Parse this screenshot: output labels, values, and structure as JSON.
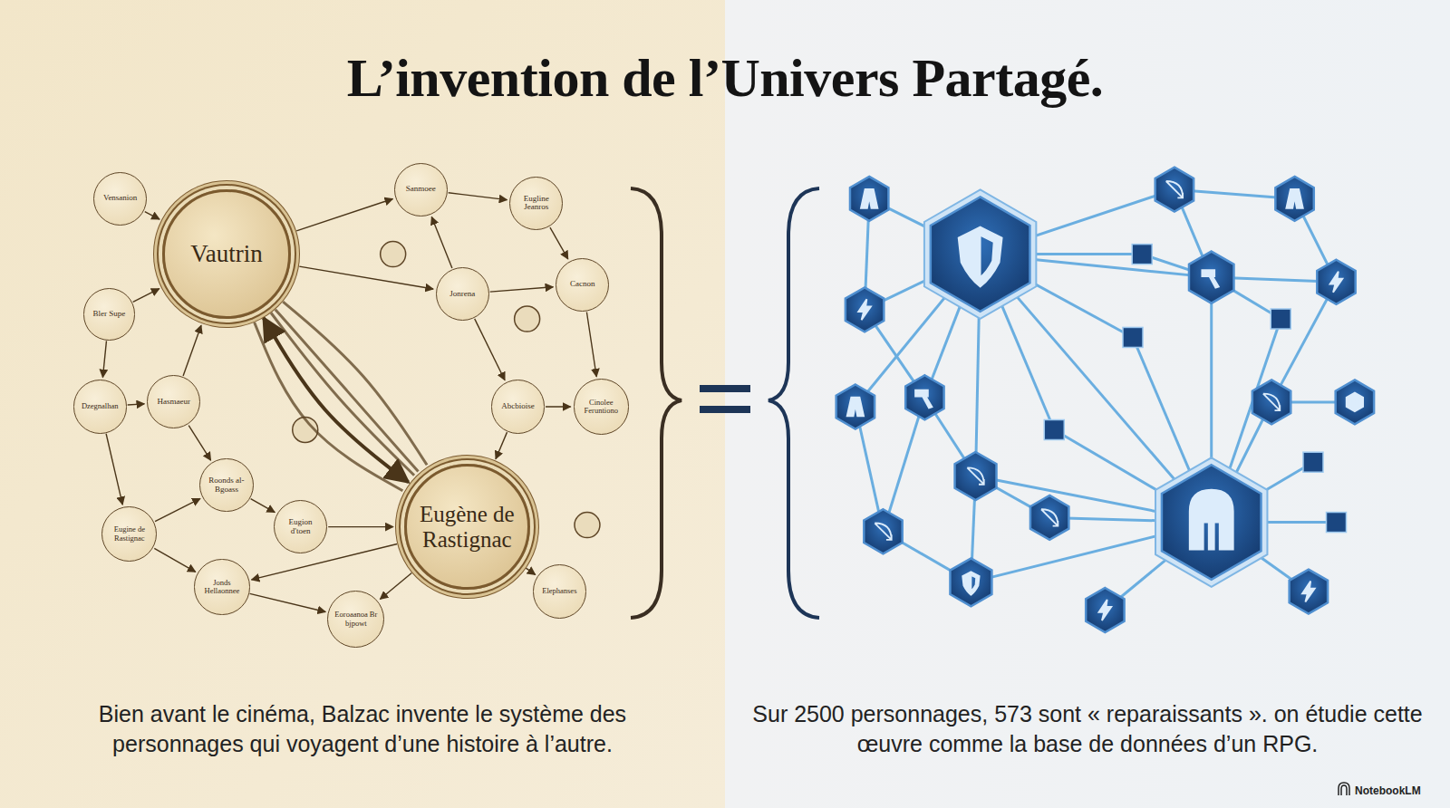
{
  "diagram": {
    "title": "L’invention de l’Univers Partagé.",
    "nodes": [
      {
        "text": [
          "Vensanion"
        ]
      },
      {
        "text": [
          "Vautrin"
        ]
      },
      {
        "text": [
          "Sanmoee"
        ]
      },
      {
        "text": [
          "Eugline Jeanros"
        ]
      },
      {
        "text": [
          "Bler Supe"
        ]
      },
      {
        "text": [
          "Jonrena"
        ]
      },
      {
        "text": [
          "Cacnon"
        ]
      },
      {
        "text": [
          "Dzegnalhan"
        ]
      },
      {
        "text": [
          "Hasmaeur"
        ]
      },
      {
        "text": [
          "Abcbioise"
        ]
      },
      {
        "text": [
          "Cinolee Feruntiono"
        ]
      },
      {
        "text": [
          "Roonds al-Bgoass"
        ]
      },
      {
        "text": [
          "Eugène de Rastignac"
        ]
      },
      {
        "text": [
          "Eugine de Rastignac"
        ]
      },
      {
        "text": [
          "Eugion d'toen"
        ]
      },
      {
        "text": [
          "Jonds Hellaonnee"
        ]
      },
      {
        "text": [
          "Eoroaanoa Br bjpowt"
        ]
      },
      {
        "text": [
          "Elephanses"
        ]
      }
    ],
    "edges": [
      {
        "from": 1,
        "to": 12,
        "arrow": "both"
      },
      {
        "from": 1,
        "to": 2,
        "arrow": "to"
      },
      {
        "from": 1,
        "to": 5,
        "arrow": "to"
      },
      {
        "from": 0,
        "to": 1,
        "arrow": "to"
      },
      {
        "from": 4,
        "to": 1,
        "arrow": "to"
      },
      {
        "from": 8,
        "to": 1,
        "arrow": "to"
      },
      {
        "from": 7,
        "to": 8,
        "arrow": "to"
      },
      {
        "from": 5,
        "to": 2,
        "arrow": "to"
      },
      {
        "from": 2,
        "to": 3,
        "arrow": "to"
      },
      {
        "from": 5,
        "to": 6,
        "arrow": "to"
      },
      {
        "from": 3,
        "to": 6,
        "arrow": "to"
      },
      {
        "from": 5,
        "to": 9,
        "arrow": "to"
      },
      {
        "from": 6,
        "to": 10,
        "arrow": "to"
      },
      {
        "from": 9,
        "to": 10,
        "arrow": "to"
      },
      {
        "from": 9,
        "to": 12,
        "arrow": "to"
      },
      {
        "from": 14,
        "to": 12,
        "arrow": "to"
      },
      {
        "from": 12,
        "to": 15,
        "arrow": "to"
      },
      {
        "from": 12,
        "to": 16,
        "arrow": "to"
      },
      {
        "from": 12,
        "to": 17,
        "arrow": "to"
      },
      {
        "from": 13,
        "to": 11,
        "arrow": "to"
      },
      {
        "from": 13,
        "to": 15,
        "arrow": "to"
      },
      {
        "from": 7,
        "to": 13,
        "arrow": "to"
      },
      {
        "from": 4,
        "to": 7,
        "arrow": "to"
      },
      {
        "from": 8,
        "to": 11,
        "arrow": "to"
      },
      {
        "from": 15,
        "to": 16,
        "arrow": "to"
      },
      {
        "from": 11,
        "to": 14,
        "arrow": "to"
      }
    ],
    "labels": [
      "Bien avant le cinéma, Balzac invente le système des personnages qui voyagent d’une histoire à l’autre.",
      "Sur 2500 personnages, 573 sont « reparaissants ». on étudie cette œuvre comme la base de données d’un RPG.",
      "NotebookLM"
    ]
  }
}
